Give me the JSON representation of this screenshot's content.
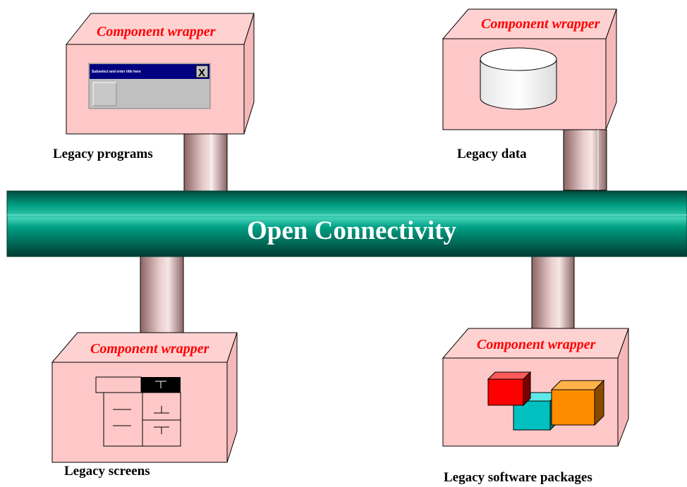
{
  "bus": {
    "label": "Open Connectivity"
  },
  "wrappers": {
    "programs": {
      "title": "Component wrapper",
      "caption": "Legacy programs"
    },
    "data": {
      "title": "Component wrapper",
      "caption": "Legacy data"
    },
    "screens": {
      "title": "Component wrapper",
      "caption": "Legacy screens"
    },
    "packages": {
      "title": "Component wrapper",
      "caption": "Legacy software packages"
    }
  },
  "window": {
    "title": "Subselect and enter title here",
    "close": "X"
  },
  "colors": {
    "box_fill": "#ffc8c8",
    "box_stroke": "#000000",
    "label_red": "#ff0000",
    "bus_teal": "#00806a",
    "pipe_rose": "#b88a8a"
  },
  "icons": [
    "window-icon",
    "database-icon",
    "screen-form-icon",
    "software-cubes-icon"
  ]
}
